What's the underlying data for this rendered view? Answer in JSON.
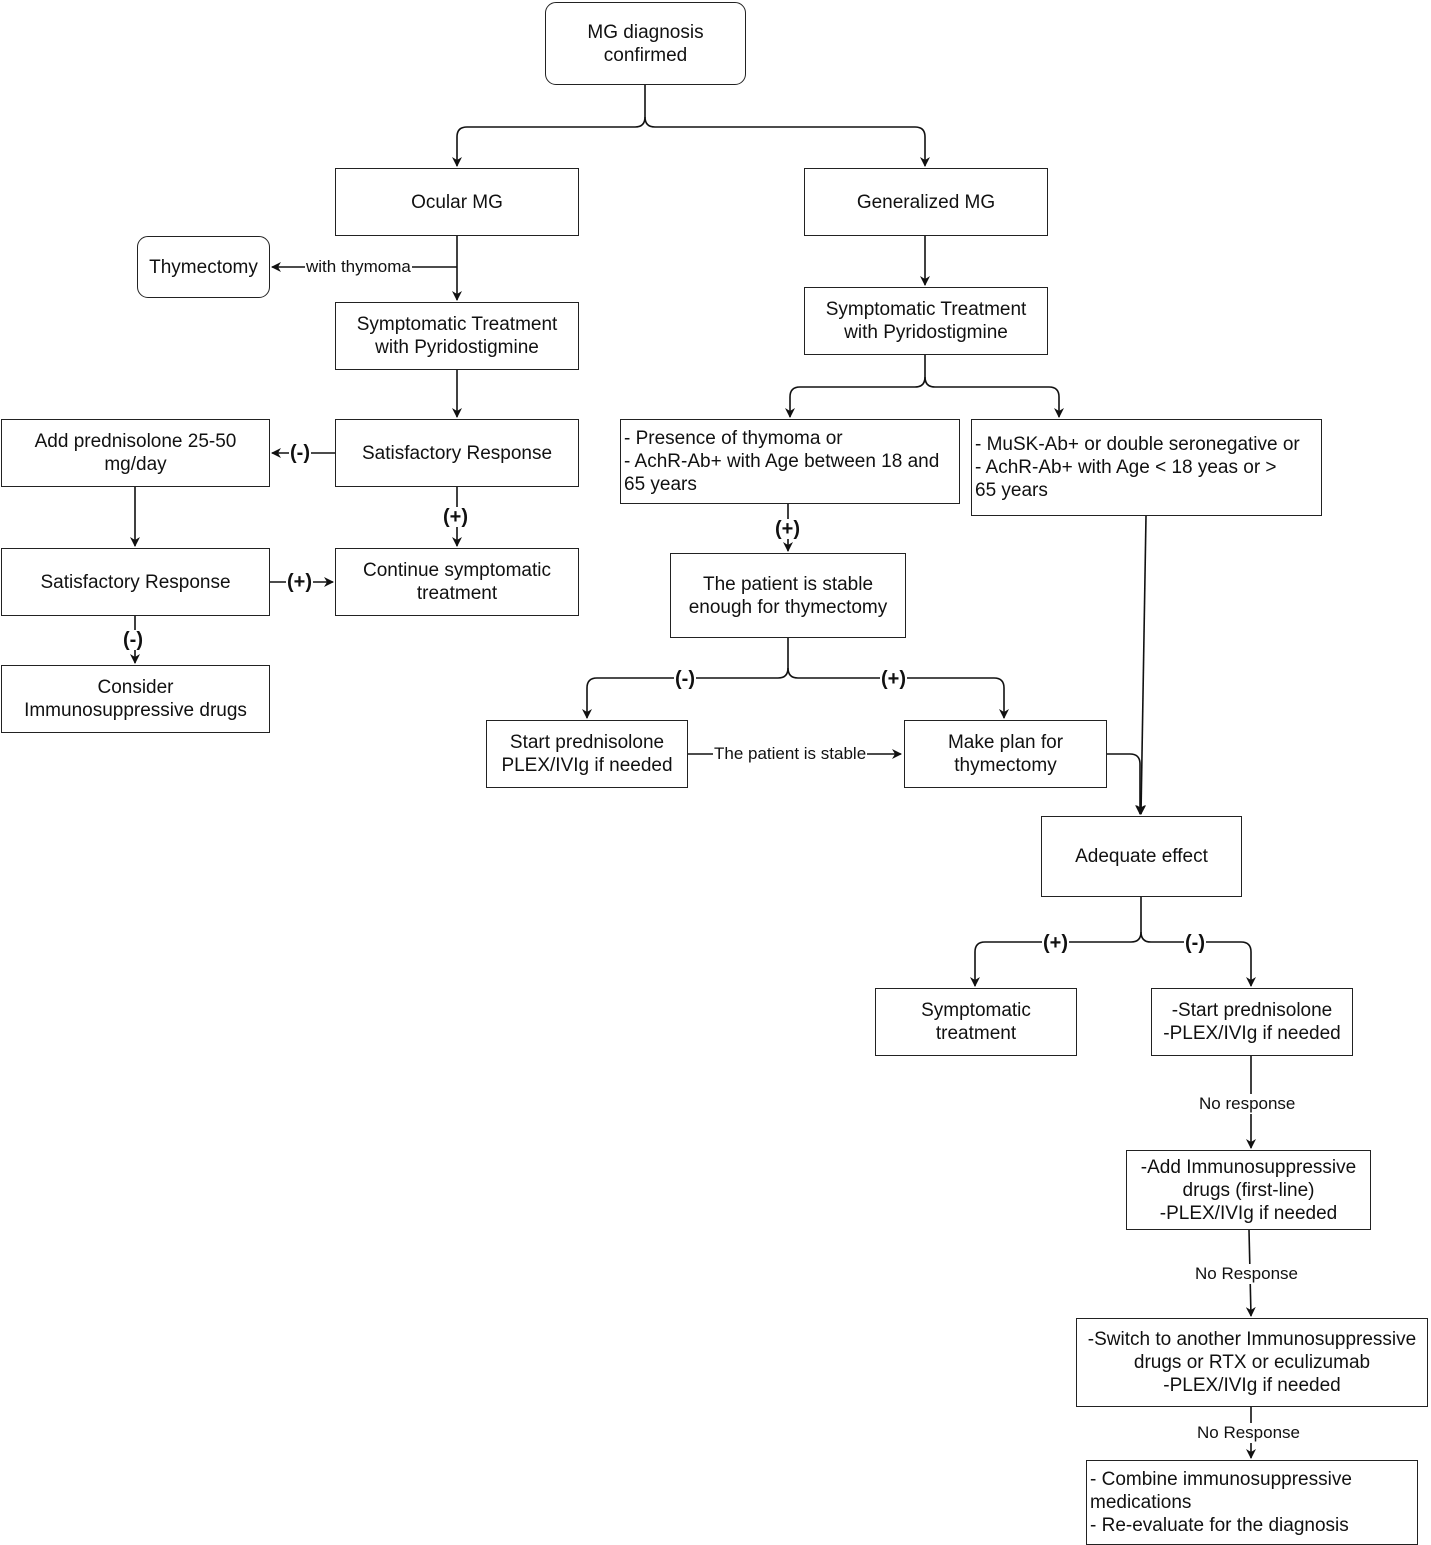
{
  "nodes": {
    "mg_confirmed": "MG diagnosis\nconfirmed",
    "ocular_mg": "Ocular MG",
    "generalized_mg": "Generalized MG",
    "thymectomy": "Thymectomy",
    "ocular_pyridostigmine": "Symptomatic Treatment\nwith Pyridostigmine",
    "general_pyridostigmine": "Symptomatic Treatment\nwith Pyridostigmine",
    "add_prednisolone": "Add prednisolone 25-50\nmg/day",
    "ocular_satisfactory_1": "Satisfactory Response",
    "ocular_satisfactory_2": "Satisfactory Response",
    "continue_symptomatic": "Continue symptomatic\ntreatment",
    "consider_immuno": "Consider\nImmunosuppressive drugs",
    "thymoma_achr": "- Presence of thymoma or\n- AchR-Ab+ with Age between 18 and\n65 years",
    "musk_seroneg": "- MuSK-Ab+ or double seronegative or\n- AchR-Ab+ with Age < 18 yeas or >\n65 years",
    "stable_thymectomy": "The patient is stable\nenough for thymectomy",
    "start_pred_plex": "Start prednisolone\nPLEX/IVIg if needed",
    "plan_thymectomy": "Make plan for\nthymectomy",
    "adequate_effect": "Adequate effect",
    "symptomatic_treatment": "Symptomatic\ntreatment",
    "start_pred_2": "-Start prednisolone\n-PLEX/IVIg if needed",
    "add_immuno": "-Add Immunosuppressive\ndrugs (first-line)\n-PLEX/IVIg if needed",
    "switch_immuno": "-Switch to another Immunosuppressive\ndrugs or RTX or eculizumab\n-PLEX/IVIg if needed",
    "combine_immuno": "- Combine immunosuppressive\nmedications\n- Re-evaluate for the diagnosis"
  },
  "labels": {
    "with_thymoma": "with thymoma",
    "neg_1": "(-)",
    "pos_1": "(+)",
    "pos_2": "(+)",
    "neg_2": "(-)",
    "pos_3": "(+)",
    "neg_3": "(-)",
    "pos_4": "(+)",
    "patient_stable": "The patient is stable",
    "pos_5": "(+)",
    "neg_4": "(-)",
    "no_response_1": "No response",
    "no_response_2": "No Response",
    "no_response_3": "No Response"
  }
}
